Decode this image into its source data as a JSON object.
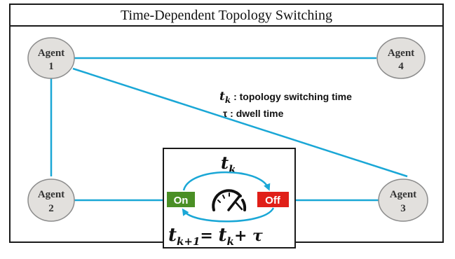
{
  "title": "Time-Dependent Topology Switching",
  "agents": [
    {
      "id": "agent-1",
      "name": "Agent",
      "number": "1"
    },
    {
      "id": "agent-2",
      "name": "Agent",
      "number": "2"
    },
    {
      "id": "agent-3",
      "name": "Agent",
      "number": "3"
    },
    {
      "id": "agent-4",
      "name": "Agent",
      "number": "4"
    }
  ],
  "edges": [
    {
      "from": "agent-1",
      "to": "agent-4"
    },
    {
      "from": "agent-1",
      "to": "agent-2"
    },
    {
      "from": "agent-1",
      "to": "agent-3"
    },
    {
      "from": "agent-2",
      "to": "switch-box"
    },
    {
      "from": "switch-box",
      "to": "agent-3"
    }
  ],
  "legend": {
    "tk_symbol": "t",
    "tk_subscript": "k",
    "tk_desc": " : topology switching time",
    "tau_symbol": "τ",
    "tau_desc": " :  dwell time"
  },
  "switch": {
    "top_label_symbol": "t",
    "top_label_subscript": "k",
    "on_label": "On",
    "off_label": "Off",
    "bottom_lhs_symbol": "t",
    "bottom_lhs_subscript": "k+1",
    "bottom_eq": "= ",
    "bottom_rhs_symbol": "t",
    "bottom_rhs_subscript": "k",
    "bottom_plus_tau": "+ τ"
  },
  "colors": {
    "edge": "#1aa7d6",
    "agent_fill": "#e2e0dd",
    "agent_stroke": "#8c8c8c",
    "on_button": "#4a8f25",
    "off_button": "#e01f18",
    "frame": "#1a1a1a"
  },
  "icons": [
    "speedometer-icon"
  ]
}
